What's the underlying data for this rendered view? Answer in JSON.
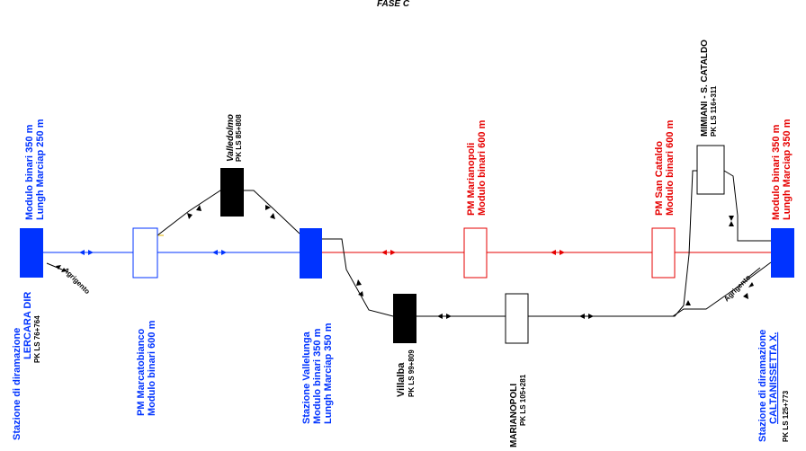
{
  "title": "FASE C",
  "colors": {
    "blue": "#0033ff",
    "red": "#e60000",
    "black": "#000000"
  },
  "stations": {
    "lercara": {
      "line1": "Stazione di diramazione",
      "line2": "LERCARA DIR",
      "pk": "PK LS 76+764",
      "mod1": "Modulo binari 350 m",
      "mod2": "Lungh Marciap 250 m",
      "branch": "Agrigento"
    },
    "marcatobianco": {
      "line1": "PM Marcatobianco",
      "line2": "Modulo binari 600 m"
    },
    "valledolmo": {
      "name": "Valledolmo",
      "pk": "PK LS 85+808"
    },
    "vallelunga": {
      "line1": "Stazione Vallelunga",
      "line2": "Modulo binari 350 m",
      "line3": "Lungh Marciap 350 m"
    },
    "villalba": {
      "name": "Villalba",
      "pk": "PK LS 99+809"
    },
    "marianopoli": {
      "name": "MARIANOPOLI",
      "pk": "PK LS 105+281"
    },
    "pm_marianopoli": {
      "line1": "PM Marianopoli",
      "line2": "Modulo binari 600 m"
    },
    "pm_sancataldo": {
      "line1": "PM San Cataldo",
      "line2": "Modulo binari 600 m"
    },
    "mimiani": {
      "name": "MIMIANI - S. CATALDO",
      "pk": "PK LS 116+311"
    },
    "caltanissetta": {
      "line1": "Stazione di diramazione",
      "line2": "CALTANISSETTA X.",
      "pk": "PK LS 125+773",
      "mod1": "Modulo binari 350 m",
      "mod2": "Lungh Marciap 350 m",
      "branch": "Agrigento"
    }
  }
}
